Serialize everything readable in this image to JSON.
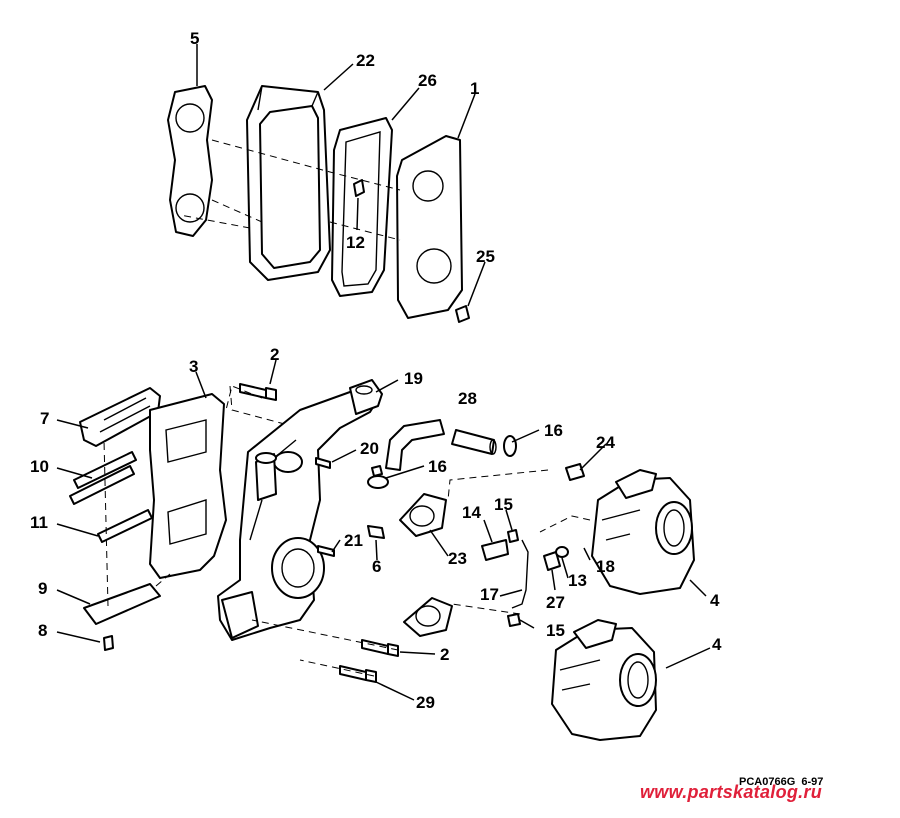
{
  "diagram": {
    "callouts": {
      "c1": "1",
      "c2a": "2",
      "c2b": "2",
      "c3": "3",
      "c4a": "4",
      "c4b": "4",
      "c5": "5",
      "c6": "6",
      "c7": "7",
      "c8": "8",
      "c9": "9",
      "c10": "10",
      "c11": "11",
      "c12": "12",
      "c13": "13",
      "c14": "14",
      "c15a": "15",
      "c15b": "15",
      "c16a": "16",
      "c16b": "16",
      "c17": "17",
      "c18": "18",
      "c19": "19",
      "c20": "20",
      "c21": "21",
      "c22": "22",
      "c23": "23",
      "c24": "24",
      "c25": "25",
      "c26": "26",
      "c27": "27",
      "c28": "28",
      "c29": "29"
    },
    "drawing_code": "PCA0766G",
    "drawing_date": "6-97"
  },
  "watermark": {
    "text": "www.partskatalog.ru",
    "color": "#e0203a"
  }
}
